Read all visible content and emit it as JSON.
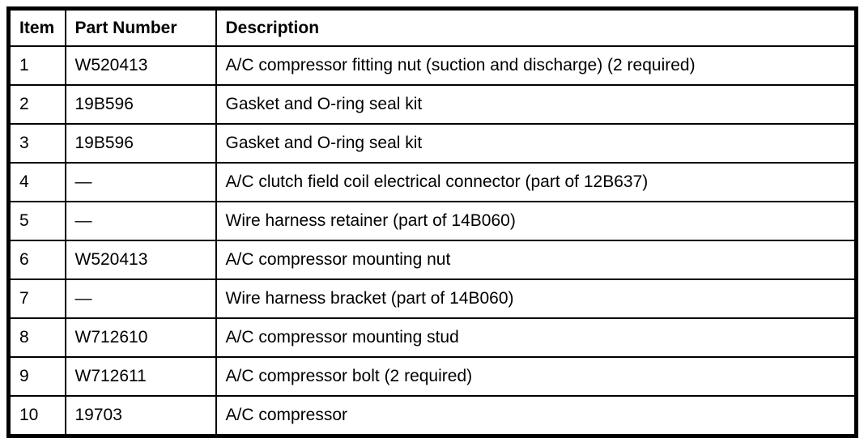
{
  "table": {
    "headers": {
      "item": "Item",
      "part_number": "Part Number",
      "description": "Description"
    },
    "rows": [
      {
        "item": "1",
        "part_number": "W520413",
        "description": "A/C compressor fitting nut (suction and discharge) (2 required)"
      },
      {
        "item": "2",
        "part_number": "19B596",
        "description": "Gasket and O-ring seal kit"
      },
      {
        "item": "3",
        "part_number": "19B596",
        "description": "Gasket and O-ring seal kit"
      },
      {
        "item": "4",
        "part_number": "—",
        "description": "A/C clutch field coil electrical connector (part of 12B637)"
      },
      {
        "item": "5",
        "part_number": "—",
        "description": "Wire harness retainer (part of 14B060)"
      },
      {
        "item": "6",
        "part_number": "W520413",
        "description": "A/C compressor mounting nut"
      },
      {
        "item": "7",
        "part_number": "—",
        "description": "Wire harness bracket (part of 14B060)"
      },
      {
        "item": "8",
        "part_number": "W712610",
        "description": "A/C compressor mounting stud"
      },
      {
        "item": "9",
        "part_number": "W712611",
        "description": "A/C compressor bolt (2 required)"
      },
      {
        "item": "10",
        "part_number": "19703",
        "description": "A/C compressor"
      }
    ],
    "colors": {
      "border": "#000000",
      "text": "#000000",
      "background": "#ffffff"
    }
  }
}
